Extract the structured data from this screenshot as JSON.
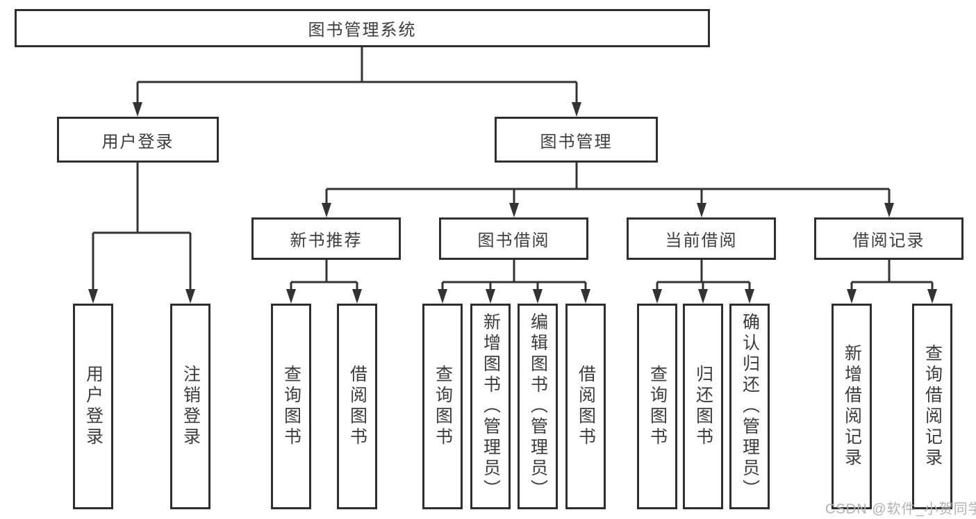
{
  "diagram": {
    "root": {
      "label": "图书管理系统"
    },
    "branches": [
      {
        "label": "用户登录",
        "children": [
          {
            "label": "用户登录"
          },
          {
            "label": "注销登录"
          }
        ]
      },
      {
        "label": "图书管理",
        "children": [
          {
            "label": "新书推荐",
            "children": [
              {
                "label": "查询图书"
              },
              {
                "label": "借阅图书"
              }
            ]
          },
          {
            "label": "图书借阅",
            "children": [
              {
                "label": "查询图书"
              },
              {
                "label": "新增图书（管理员）"
              },
              {
                "label": "编辑图书（管理员）"
              },
              {
                "label": "借阅图书"
              }
            ]
          },
          {
            "label": "当前借阅",
            "children": [
              {
                "label": "查询图书"
              },
              {
                "label": "归还图书"
              },
              {
                "label": "确认归还（管理员）"
              }
            ]
          },
          {
            "label": "借阅记录",
            "children": [
              {
                "label": "新增借阅记录"
              },
              {
                "label": "查询借阅记录"
              }
            ]
          }
        ]
      }
    ],
    "watermark": "CSDN @软件_小贺同学",
    "colors": {
      "line": "#333333",
      "box_border": "#2e2e2e",
      "text": "#3c3c3c",
      "watermark": "#b2b2b2",
      "background": "#ffffff"
    }
  }
}
